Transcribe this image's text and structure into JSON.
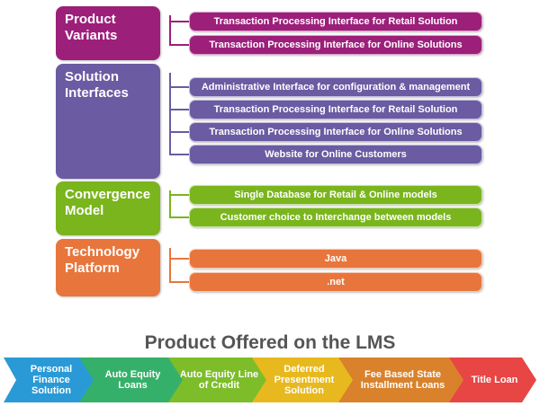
{
  "groups": [
    {
      "title": "Product Variants",
      "color": "#9c1f7a",
      "items": [
        "Transaction Processing Interface for Retail Solution",
        "Transaction Processing Interface for Online Solutions"
      ]
    },
    {
      "title": "Solution Interfaces",
      "color": "#6a5ba3",
      "items": [
        "Administrative Interface for configuration & management",
        "Transaction Processing Interface for Retail Solution",
        "Transaction Processing Interface for Online Solutions",
        "Website for Online Customers"
      ]
    },
    {
      "title": "Convergence Model",
      "color": "#7ab51d",
      "items": [
        "Single Database for Retail & Online models",
        "Customer choice to Interchange between models"
      ]
    },
    {
      "title": "Technology Platform",
      "color": "#e8763c",
      "items": [
        "Java",
        ".net"
      ]
    }
  ],
  "products_title": "Product Offered on the LMS",
  "products": [
    {
      "label": "Personal Finance Solution",
      "color": "#2a9ad6"
    },
    {
      "label": "Auto Equity Loans",
      "color": "#35b06a"
    },
    {
      "label": "Auto Equity Line of Credit",
      "color": "#7dbd2a"
    },
    {
      "label": "Deferred Presentment Solution",
      "color": "#e8b91e"
    },
    {
      "label": "Fee Based State Installment Loans",
      "color": "#d9822b"
    },
    {
      "label": "Title Loan",
      "color": "#e84545"
    }
  ]
}
